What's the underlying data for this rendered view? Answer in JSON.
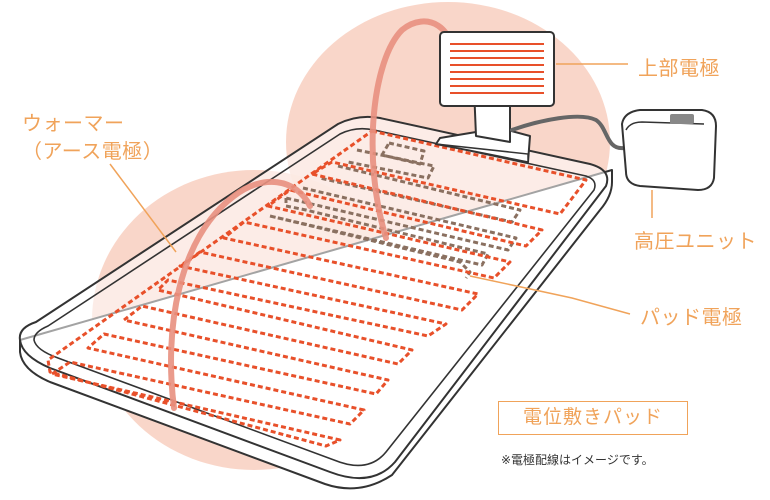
{
  "labels": {
    "top_electrode": "上部電極",
    "warmer_line1": "ウォーマー",
    "warmer_line2": "（アース電極）",
    "hv_unit": "高圧ユニット",
    "pad_electrode": "パッド電極"
  },
  "product_name": "電位敷きパッド",
  "footnote": "※電極配線はイメージです。",
  "colors": {
    "accent": "#f0a35a",
    "warmer_wire": "#e8502a",
    "pad_wire": "#8a7060",
    "glow": "#f8cfc0",
    "outline": "#333333"
  }
}
